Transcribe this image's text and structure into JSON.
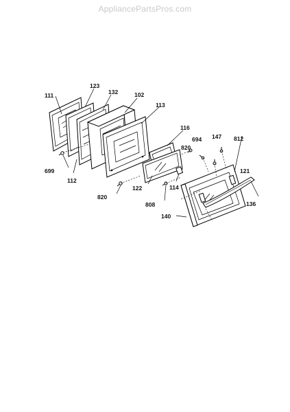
{
  "watermark": "AppliancePartsPros.com",
  "parts": {
    "p111": "111",
    "p123": "123",
    "p132": "132",
    "p102": "102",
    "p113": "113",
    "p116": "116",
    "p694": "694",
    "p147": "147",
    "p812": "812",
    "p820a": "820",
    "p121": "121",
    "p699": "699",
    "p112": "112",
    "p122": "122",
    "p114": "114",
    "p820b": "820",
    "p808": "808",
    "p136": "136",
    "p140": "140"
  }
}
